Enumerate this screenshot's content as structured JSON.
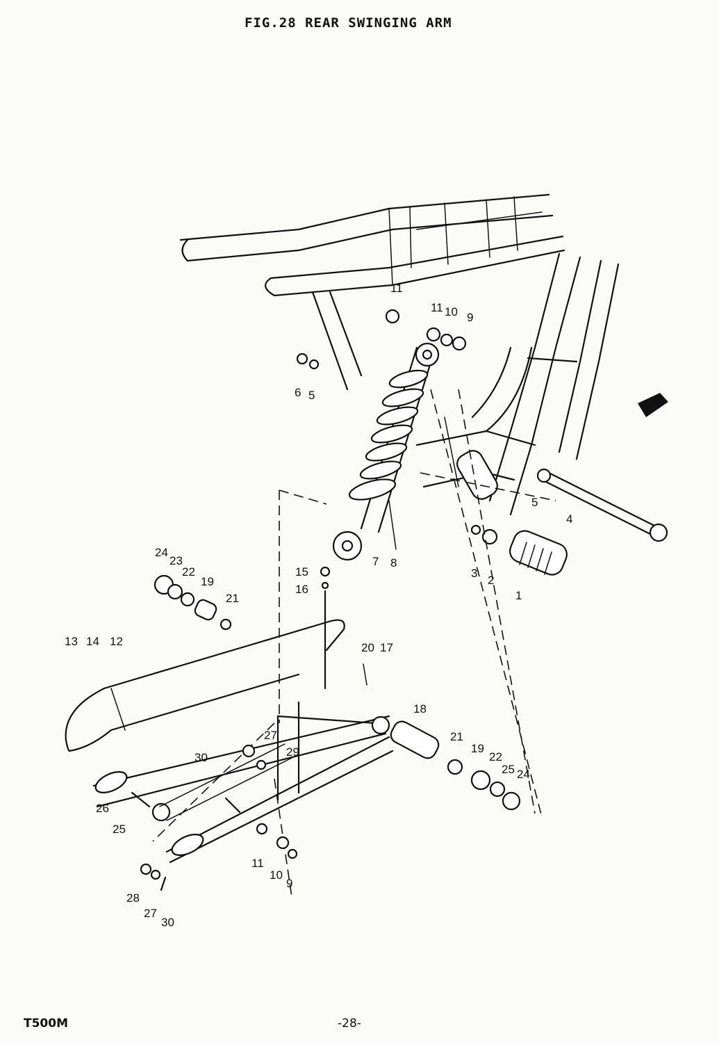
{
  "header": {
    "title": "FIG.28  REAR SWINGING ARM"
  },
  "footer": {
    "model": "T500M",
    "page": "-28-"
  },
  "callouts": [
    {
      "id": "c-11a",
      "label": "11"
    },
    {
      "id": "c-11b",
      "label": "11"
    },
    {
      "id": "c-10a",
      "label": "10"
    },
    {
      "id": "c-9a",
      "label": "9"
    },
    {
      "id": "c-6",
      "label": "6"
    },
    {
      "id": "c-5a",
      "label": "5"
    },
    {
      "id": "c-5b",
      "label": "5"
    },
    {
      "id": "c-4",
      "label": "4"
    },
    {
      "id": "c-3",
      "label": "3"
    },
    {
      "id": "c-2",
      "label": "2"
    },
    {
      "id": "c-1",
      "label": "1"
    },
    {
      "id": "c-7",
      "label": "7"
    },
    {
      "id": "c-8",
      "label": "8"
    },
    {
      "id": "c-24a",
      "label": "24"
    },
    {
      "id": "c-23",
      "label": "23"
    },
    {
      "id": "c-22a",
      "label": "22"
    },
    {
      "id": "c-19a",
      "label": "19"
    },
    {
      "id": "c-21a",
      "label": "21"
    },
    {
      "id": "c-15",
      "label": "15"
    },
    {
      "id": "c-16",
      "label": "16"
    },
    {
      "id": "c-13",
      "label": "13"
    },
    {
      "id": "c-14",
      "label": "14"
    },
    {
      "id": "c-12",
      "label": "12"
    },
    {
      "id": "c-20",
      "label": "20"
    },
    {
      "id": "c-17",
      "label": "17"
    },
    {
      "id": "c-18",
      "label": "18"
    },
    {
      "id": "c-27a",
      "label": "27"
    },
    {
      "id": "c-29",
      "label": "29"
    },
    {
      "id": "c-30a",
      "label": "30"
    },
    {
      "id": "c-21b",
      "label": "21"
    },
    {
      "id": "c-19b",
      "label": "19"
    },
    {
      "id": "c-22b",
      "label": "22"
    },
    {
      "id": "c-25a",
      "label": "25"
    },
    {
      "id": "c-24b",
      "label": "24"
    },
    {
      "id": "c-26",
      "label": "26"
    },
    {
      "id": "c-25b",
      "label": "25"
    },
    {
      "id": "c-11c",
      "label": "11"
    },
    {
      "id": "c-10b",
      "label": "10"
    },
    {
      "id": "c-9b",
      "label": "9"
    },
    {
      "id": "c-28",
      "label": "28"
    },
    {
      "id": "c-27b",
      "label": "27"
    },
    {
      "id": "c-30b",
      "label": "30"
    }
  ]
}
